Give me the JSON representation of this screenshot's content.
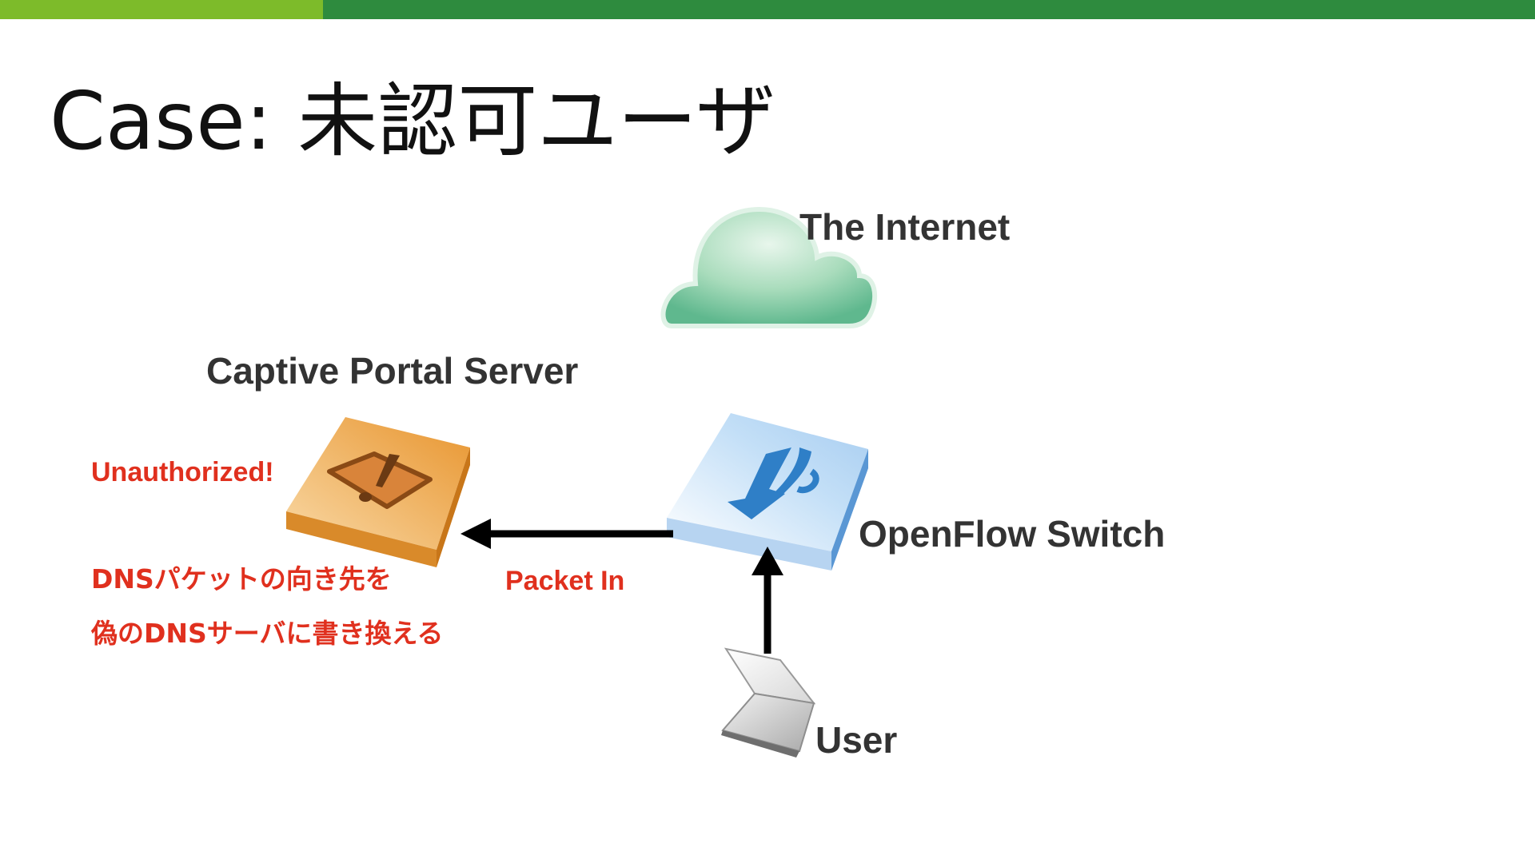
{
  "slide": {
    "title": "Case: 未認可ユーザ"
  },
  "colors": {
    "accent_bar_light": "#7dbb2a",
    "accent_bar_dark": "#2e8b3e",
    "annotation_red": "#e0301e",
    "label_text": "#333333"
  },
  "diagram": {
    "nodes": {
      "internet": {
        "label": "The Internet",
        "icon": "cloud-icon"
      },
      "portal": {
        "label": "Captive Portal Server",
        "icon": "warning-server-icon"
      },
      "switch": {
        "label": "OpenFlow Switch",
        "icon": "openflow-switch-icon"
      },
      "user": {
        "label": "User",
        "icon": "laptop-icon"
      }
    },
    "edges": {
      "user_to_switch": {
        "from": "user",
        "to": "switch",
        "label": ""
      },
      "switch_to_portal": {
        "from": "switch",
        "to": "portal",
        "label": "Packet In"
      }
    },
    "annotations": {
      "unauthorized": "Unauthorized!",
      "rewrite_line1": "DNSパケットの向き先を",
      "rewrite_line2": "偽のDNSサーバに書き換える"
    }
  }
}
